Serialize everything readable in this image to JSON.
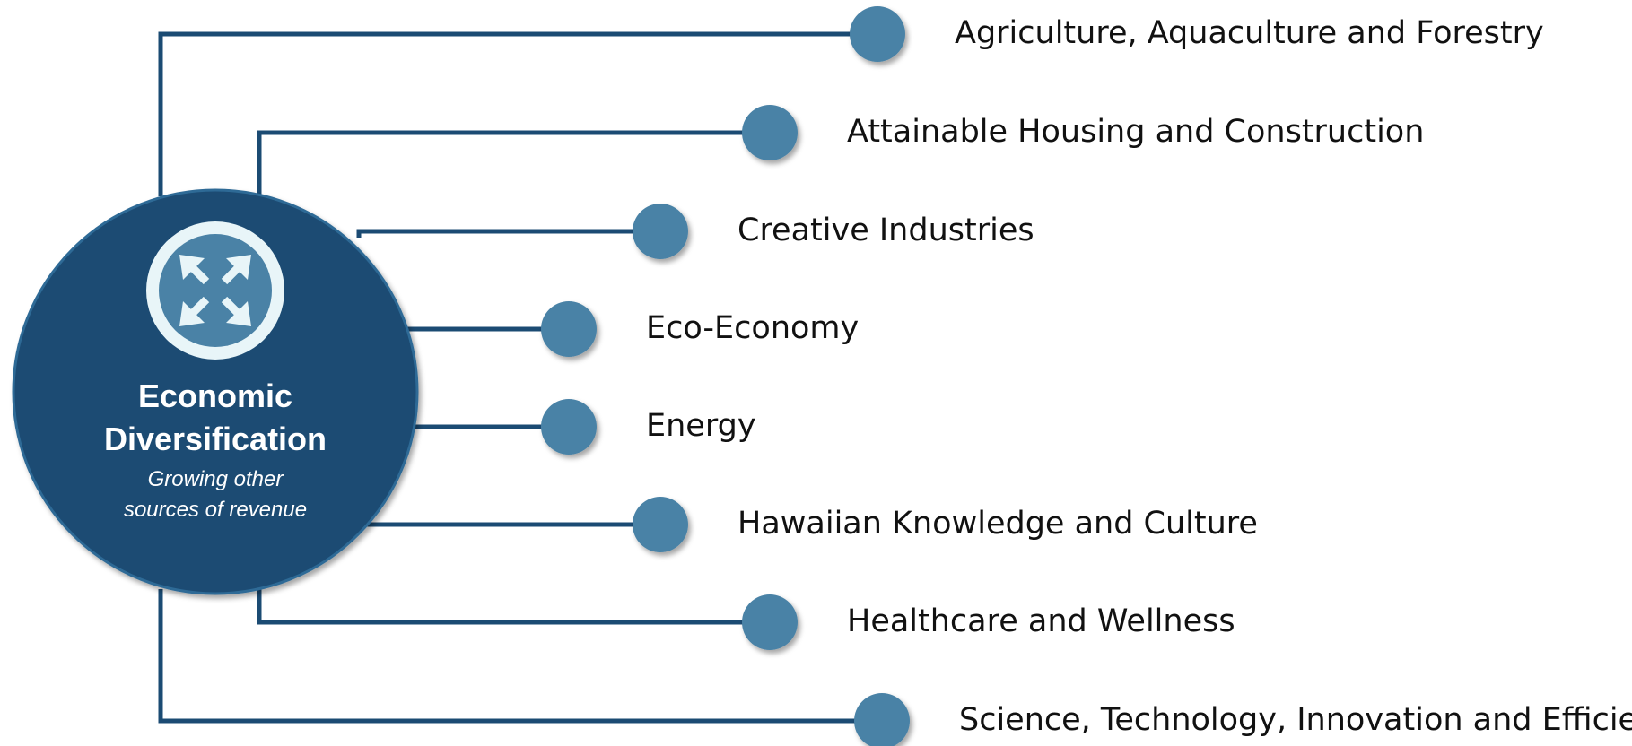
{
  "hub": {
    "title": "Economic\nDiversification",
    "subtitle": "Growing other\nsources of revenue",
    "icon": "expand-arrows-icon"
  },
  "colors": {
    "hub_fill": "#1b4b73",
    "connector": "#1b4b73",
    "node_fill": "#4a82a6",
    "icon_ring": "#e8f5f8",
    "label_text": "#111111"
  },
  "branches": [
    {
      "label": "Agriculture, Aquaculture and Forestry"
    },
    {
      "label": "Attainable Housing and Construction"
    },
    {
      "label": "Creative Industries"
    },
    {
      "label": "Eco-Economy"
    },
    {
      "label": "Energy"
    },
    {
      "label": "Hawaiian Knowledge and Culture"
    },
    {
      "label": "Healthcare and Wellness"
    },
    {
      "label": "Science, Technology, Innovation and Efficiency"
    }
  ]
}
